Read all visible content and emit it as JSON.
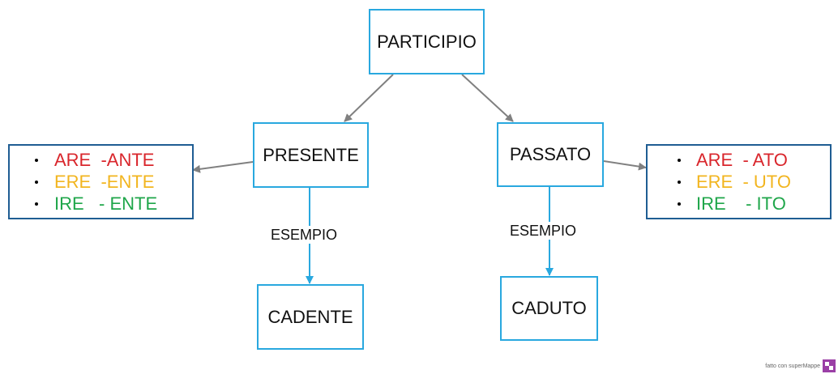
{
  "nodes": {
    "participio": "PARTICIPIO",
    "presente": "PRESENTE",
    "passato": "PASSATO",
    "cadente": "CADENTE",
    "caduto": "CADUTO"
  },
  "edge_labels": {
    "presente_esempio": "ESEMPIO",
    "passato_esempio": "ESEMPIO"
  },
  "presente_endings": [
    {
      "text": "ARE  -ANTE",
      "color": "#d9262c"
    },
    {
      "text": "ERE  -ENTE",
      "color": "#f2b51f"
    },
    {
      "text": "IRE   - ENTE",
      "color": "#1fa64a"
    }
  ],
  "passato_endings": [
    {
      "text": "ARE  - ATO",
      "color": "#d9262c"
    },
    {
      "text": "ERE  - UTO",
      "color": "#f2b51f"
    },
    {
      "text": "IRE    - ITO",
      "color": "#1fa64a"
    }
  ],
  "colors": {
    "node_border": "#29a8df",
    "list_border": "#1f5d93",
    "gray_arrow": "#808080",
    "blue_arrow": "#29a8df"
  },
  "logo": {
    "text": "fatto con superMappe",
    "icon": "supermappe-logo-icon"
  }
}
